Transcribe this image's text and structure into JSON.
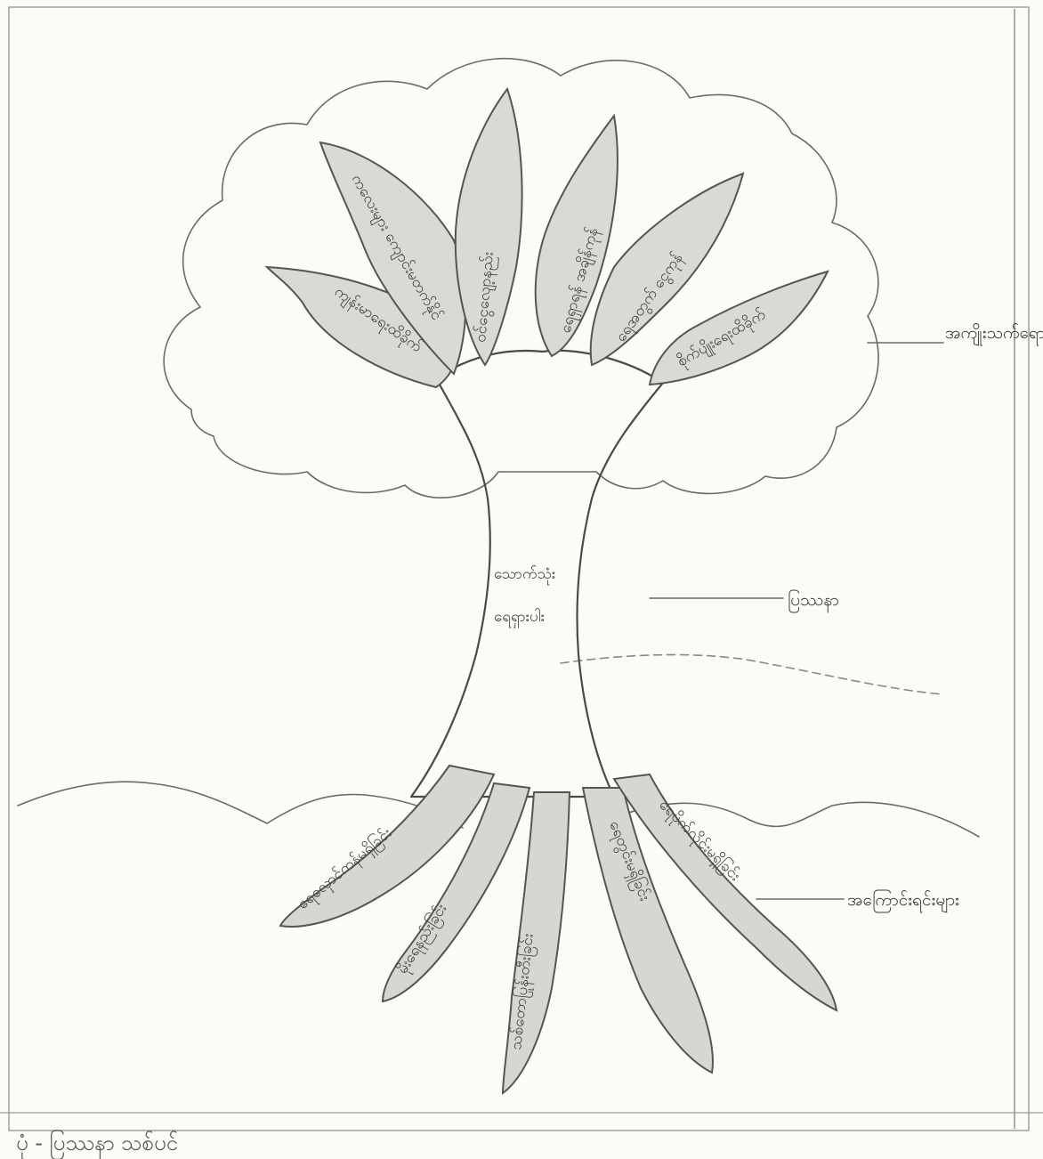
{
  "crown_label": "အကျိုးသက်ရောက်မှုများ",
  "trunk_label": "ပြဿနာ",
  "roots_label": "အကြောင်းရင်းများ",
  "trunk_text": [
    "သောက်သုံး",
    "ရေရှားပါး"
  ],
  "leaves": [
    "ကျန်းမာရေးထိခိုက်",
    "ကလေးများ ကျောင်းမတက်နိုင်",
    "ဝင်ငွေလျော့နည်း",
    "ရေရှာရန် အချိန်ကုန်",
    "ရေအတွက် ငွေကုန်",
    "စိုက်ပျိုးရေးထိခိုက်"
  ],
  "roots": [
    "ရေလှောင်ကန်မရှိခြင်း",
    "မိုးရေနည်းခြင်း",
    "သစ်တောပြုန်းတီးခြင်း",
    "ရေတွင်းမရှိခြင်း",
    "ရေပိုက်လိုင်းမရှိခြင်း"
  ],
  "caption": "ပုံ - ပြဿနာ သစ်ပင်"
}
